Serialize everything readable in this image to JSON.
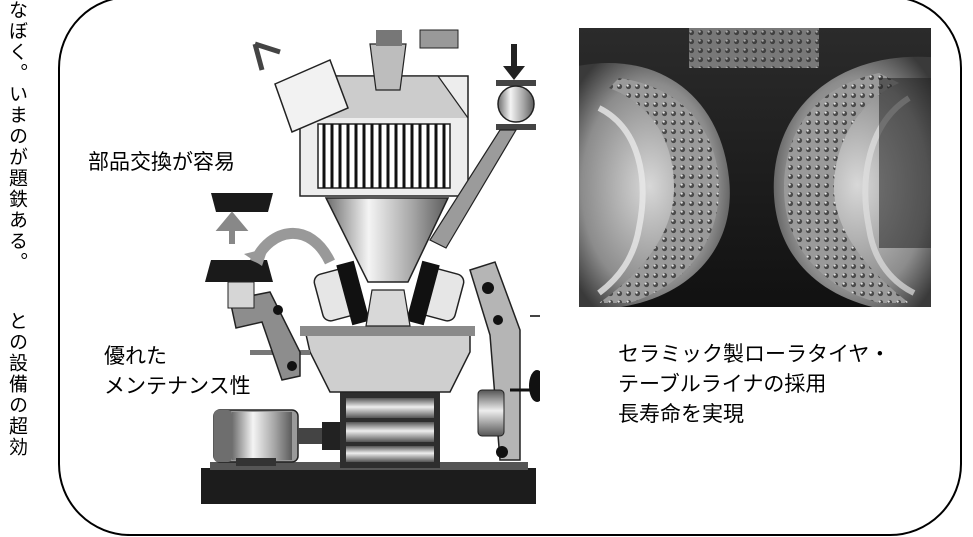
{
  "side_text": {
    "line1": "なぼく。いまのが題鉄ある。",
    "line2": "との設備の超効"
  },
  "labels": {
    "parts_exchange": "部品交換が容易",
    "maintenance_line1": "優れた",
    "maintenance_line2": "メンテナンス性",
    "ceramic_line1": "セラミック製ローラタイヤ・",
    "ceramic_line2": "テーブルライナの採用",
    "ceramic_line3": "長寿命を実現"
  }
}
